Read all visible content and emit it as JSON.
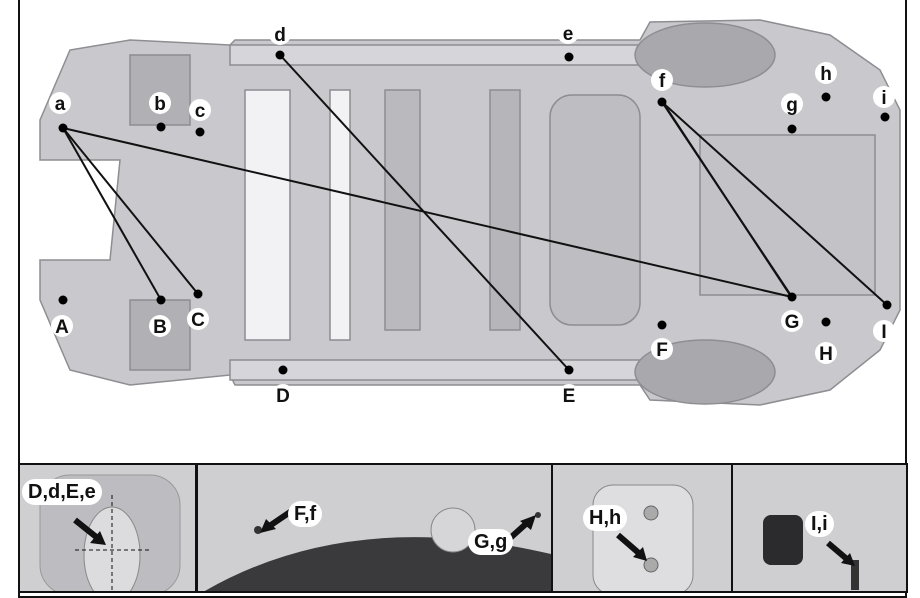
{
  "main_view": {
    "points": [
      {
        "id": "a",
        "label": "a"
      },
      {
        "id": "b",
        "label": "b"
      },
      {
        "id": "c",
        "label": "c"
      },
      {
        "id": "A",
        "label": "A"
      },
      {
        "id": "B",
        "label": "B"
      },
      {
        "id": "C",
        "label": "C"
      },
      {
        "id": "d",
        "label": "d"
      },
      {
        "id": "e",
        "label": "e"
      },
      {
        "id": "D",
        "label": "D"
      },
      {
        "id": "E",
        "label": "E"
      },
      {
        "id": "f",
        "label": "f"
      },
      {
        "id": "g",
        "label": "g"
      },
      {
        "id": "h",
        "label": "h"
      },
      {
        "id": "i",
        "label": "i"
      },
      {
        "id": "F",
        "label": "F"
      },
      {
        "id": "G",
        "label": "G"
      },
      {
        "id": "H",
        "label": "H"
      },
      {
        "id": "I",
        "label": "I"
      }
    ],
    "measurement_lines": [
      [
        "a",
        "B"
      ],
      [
        "a",
        "C"
      ],
      [
        "a",
        "G"
      ],
      [
        "d",
        "E"
      ],
      [
        "f",
        "G"
      ],
      [
        "f",
        "I"
      ]
    ]
  },
  "detail_panels": [
    {
      "label": "D,d,E,e"
    },
    {
      "label": "F,f",
      "label2": "G,g"
    },
    {
      "label": "H,h"
    },
    {
      "label": "I,i"
    }
  ],
  "colors": {
    "body": "#c9c9cd",
    "line": "#111111",
    "marker": "#000000"
  }
}
